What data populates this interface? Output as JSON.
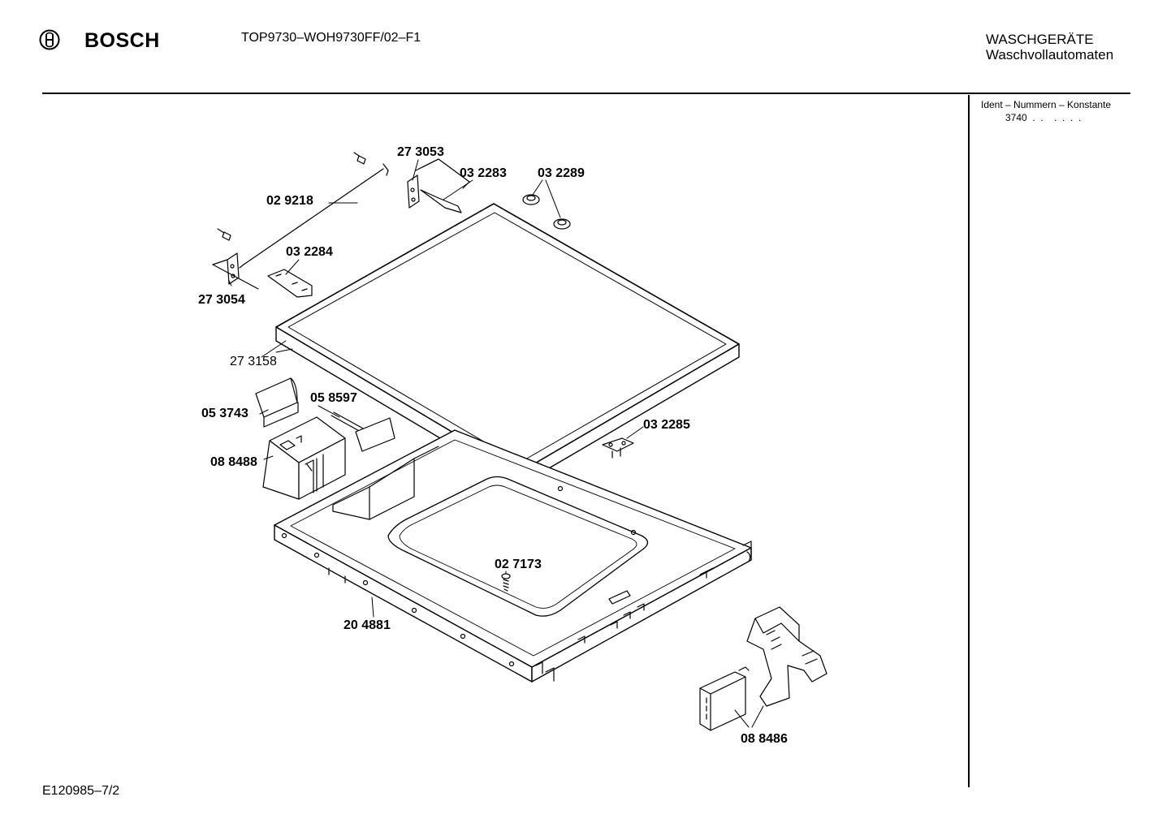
{
  "header": {
    "brand": "BOSCH",
    "model_code": "TOP9730–WOH9730FF/02–F1",
    "category_line1": "WASCHGERÄTE",
    "category_line2": "Waschvollautomaten"
  },
  "sidebar": {
    "ident_label": "Ident – Nummern – Konstante",
    "ident_value": "3740  .  .    .  .  .  ."
  },
  "footer": {
    "drawing_code": "E120985–7/2"
  },
  "parts": [
    {
      "id": "273053",
      "label": "27 3053"
    },
    {
      "id": "032283",
      "label": "03 2283"
    },
    {
      "id": "032289",
      "label": "03 2289"
    },
    {
      "id": "029218",
      "label": "02 9218"
    },
    {
      "id": "032284",
      "label": "03 2284"
    },
    {
      "id": "273054",
      "label": "27 3054"
    },
    {
      "id": "273158",
      "label": "27 3158"
    },
    {
      "id": "058597",
      "label": "05 8597"
    },
    {
      "id": "053743",
      "label": "05 3743"
    },
    {
      "id": "032285",
      "label": "03 2285"
    },
    {
      "id": "088488",
      "label": "08 8488"
    },
    {
      "id": "027173",
      "label": "02 7173"
    },
    {
      "id": "204881",
      "label": "20 4881"
    },
    {
      "id": "088486",
      "label": "08 8486"
    }
  ]
}
